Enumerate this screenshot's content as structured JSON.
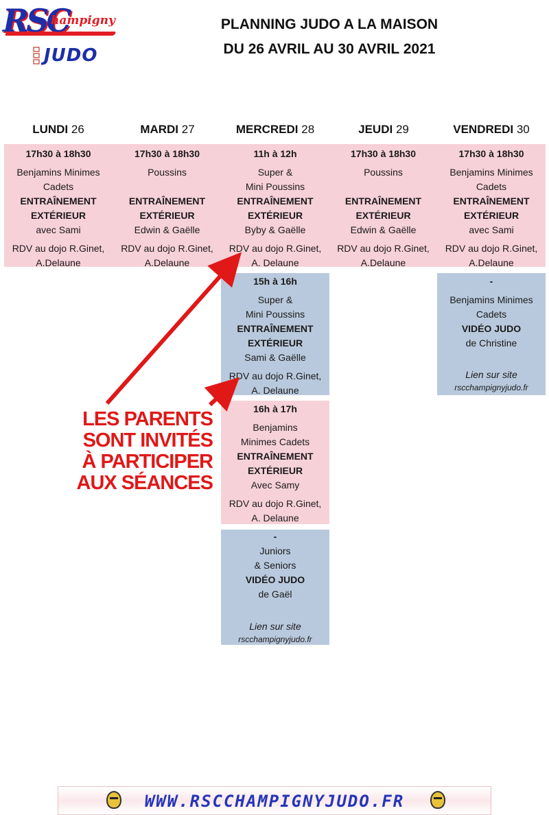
{
  "logo": {
    "rsc": "RSC",
    "champigny": "hampigny",
    "judo": "JUDO"
  },
  "header": {
    "line1": "PLANNING JUDO A LA MAISON",
    "line2": "DU 26 AVRIL AU 30 AVRIL 2021"
  },
  "days": [
    {
      "name": "LUNDI",
      "num": "26"
    },
    {
      "name": "MARDI",
      "num": "27"
    },
    {
      "name": "MERCREDI",
      "num": "28"
    },
    {
      "name": "JEUDI",
      "num": "29"
    },
    {
      "name": "VENDREDI",
      "num": "30"
    }
  ],
  "sessions": {
    "lundi_1": {
      "time": "17h30 à 18h30",
      "group1": "Benjamins Minimes",
      "group2": "Cadets",
      "type1": "ENTRAÎNEMENT",
      "type2": "EXTÉRIEUR",
      "coach": "avec  Sami",
      "rdv1": "RDV au dojo R.Ginet,",
      "rdv2": "A.Delaune"
    },
    "mardi_1": {
      "time": "17h30 à 18h30",
      "group1": "Poussins",
      "type1": "ENTRAÎNEMENT",
      "type2": "EXTÉRIEUR",
      "coach": "Edwin & Gaëlle",
      "rdv1": "RDV au dojo R.Ginet,",
      "rdv2": "A.Delaune"
    },
    "mercredi_1": {
      "time": "11h à 12h",
      "group1": "Super &",
      "group2": "Mini Poussins",
      "type1": "ENTRAÎNEMENT",
      "type2": "EXTÉRIEUR",
      "coach": "Byby & Gaëlle",
      "rdv1": "RDV au dojo R.Ginet,",
      "rdv2": "A. Delaune"
    },
    "jeudi_1": {
      "time": "17h30 à 18h30",
      "group1": "Poussins",
      "type1": "ENTRAÎNEMENT",
      "type2": "EXTÉRIEUR",
      "coach": "Edwin & Gaëlle",
      "rdv1": "RDV au dojo R.Ginet,",
      "rdv2": "A.Delaune"
    },
    "vendredi_1": {
      "time": "17h30 à 18h30",
      "group1": "Benjamins Minimes",
      "group2": "Cadets",
      "type1": "ENTRAÎNEMENT",
      "type2": "EXTÉRIEUR",
      "coach": "avec  Sami",
      "rdv1": "RDV au dojo R.Ginet,",
      "rdv2": "A.Delaune"
    },
    "mercredi_2": {
      "time": "15h à 16h",
      "group1": "Super &",
      "group2": "Mini Poussins",
      "type1": "ENTRAÎNEMENT",
      "type2": "EXTÉRIEUR",
      "coach": "Sami & Gaëlle",
      "rdv1": "RDV au dojo R.Ginet,",
      "rdv2": "A. Delaune"
    },
    "vendredi_2": {
      "time": "-",
      "group1": "Benjamins Minimes",
      "group2": "Cadets",
      "type1": "VIDÉO JUDO",
      "coach": "de Christine",
      "link1": "Lien sur site",
      "link2": "rscchampignyjudo.fr"
    },
    "mercredi_3": {
      "time": "16h à 17h",
      "group1": "Benjamins",
      "group2": "Minimes Cadets",
      "type1": "ENTRAÎNEMENT",
      "type2": "EXTÉRIEUR",
      "coach": "Avec Samy",
      "rdv1": "RDV au dojo R.Ginet,",
      "rdv2": "A. Delaune"
    },
    "mercredi_4": {
      "time": "-",
      "group1": "Juniors",
      "group2": "& Seniors",
      "type1": "VIDÉO JUDO",
      "coach": "de Gaël",
      "link1": "Lien sur site",
      "link2": "rscchampignyjudo.fr"
    }
  },
  "notice": [
    "LES PARENTS",
    "SONT INVITÉS",
    "À PARTICIPER",
    "AUX SÉANCES"
  ],
  "footer": {
    "url": "WWW.RSCCHAMPIGNYJUDO.FR"
  },
  "colors": {
    "pink": "#f7d1d8",
    "blue": "#b9c9dd",
    "arrow": "#e01818",
    "brand_blue": "#1c2fa8",
    "brand_red": "#e21c24"
  }
}
